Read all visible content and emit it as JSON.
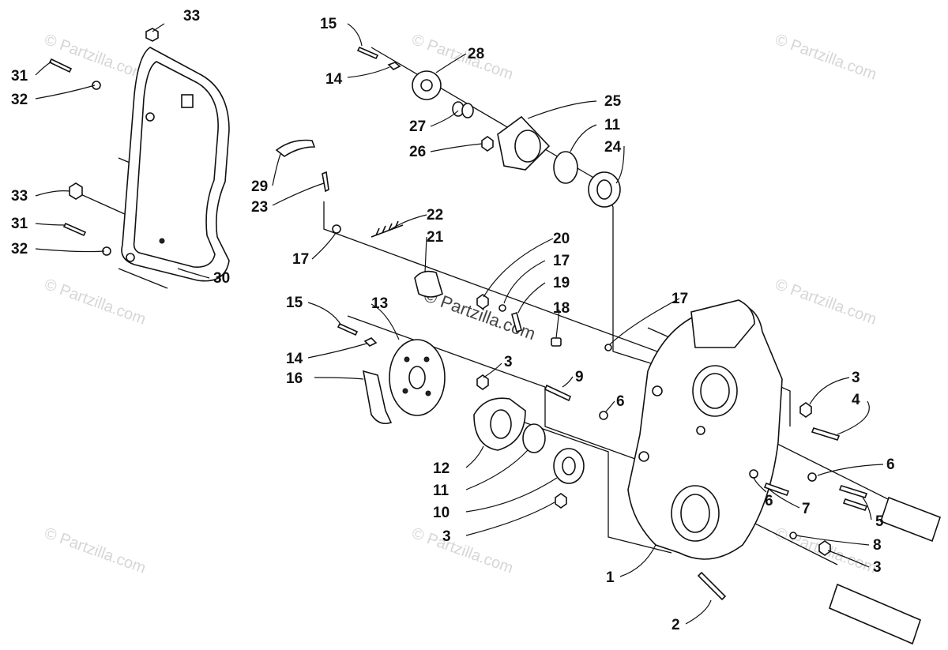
{
  "watermark": {
    "text": "© Partzilla.com"
  },
  "labels": {
    "l1": "1",
    "l2": "2",
    "l3a": "3",
    "l3b": "3",
    "l3c": "3",
    "l3d": "3",
    "l4": "4",
    "l5": "5",
    "l6a": "6",
    "l6b": "6",
    "l6c": "6",
    "l7": "7",
    "l8": "8",
    "l9": "9",
    "l10": "10",
    "l11a": "11",
    "l11b": "11",
    "l12": "12",
    "l13": "13",
    "l14a": "14",
    "l14b": "14",
    "l15a": "15",
    "l15b": "15",
    "l16": "16",
    "l17a": "17",
    "l17b": "17",
    "l17c": "17",
    "l18": "18",
    "l19": "19",
    "l20": "20",
    "l21": "21",
    "l22": "22",
    "l23": "23",
    "l24": "24",
    "l25": "25",
    "l26": "26",
    "l27": "27",
    "l28": "28",
    "l29": "29",
    "l30": "30",
    "l31a": "31",
    "l31b": "31",
    "l32a": "32",
    "l32b": "32",
    "l33a": "33",
    "l33b": "33"
  }
}
